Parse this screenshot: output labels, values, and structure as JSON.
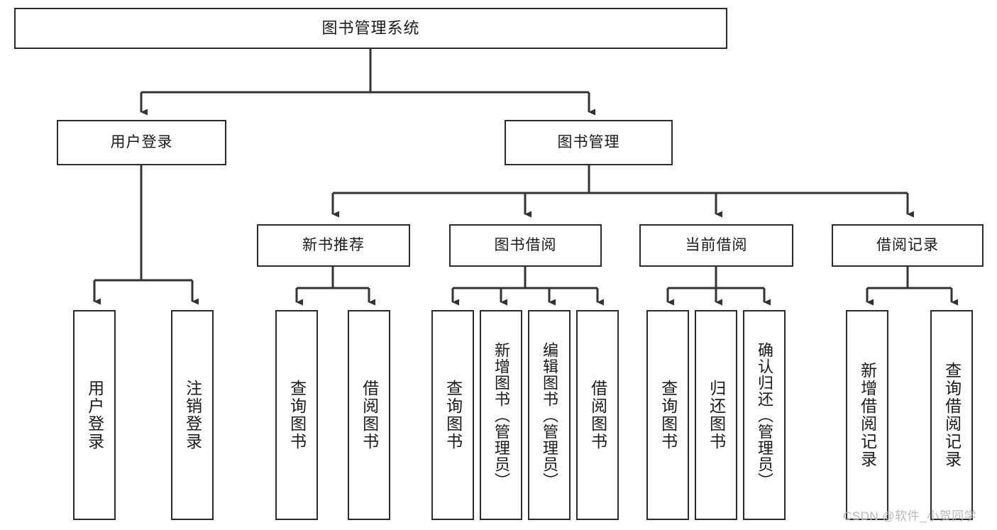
{
  "diagram": {
    "title": "图书管理系统",
    "type": "tree-hierarchy-chart",
    "root": {
      "label": "图书管理系统"
    },
    "level2": [
      {
        "label": "用户登录"
      },
      {
        "label": "图书管理"
      }
    ],
    "level3": [
      {
        "label": "新书推荐"
      },
      {
        "label": "图书借阅"
      },
      {
        "label": "当前借阅"
      },
      {
        "label": "借阅记录"
      }
    ],
    "leaves": [
      {
        "label": "用户登录"
      },
      {
        "label": "注销登录"
      },
      {
        "label": "查询图书"
      },
      {
        "label": "借阅图书"
      },
      {
        "label": "查询图书"
      },
      {
        "label": "新增图书（管理员）"
      },
      {
        "label": "编辑图书（管理员）"
      },
      {
        "label": "借阅图书"
      },
      {
        "label": "查询图书"
      },
      {
        "label": "归还图书"
      },
      {
        "label": "确认归还（管理员）"
      },
      {
        "label": "新增借阅记录"
      },
      {
        "label": "查询借阅记录"
      }
    ]
  },
  "watermark": {
    "text": "CSDN @软件_小贺同学"
  },
  "colors": {
    "border": "#2b2b2b",
    "text": "#1a1a1a",
    "background": "#ffffff",
    "watermark": "#b9b9b9"
  }
}
